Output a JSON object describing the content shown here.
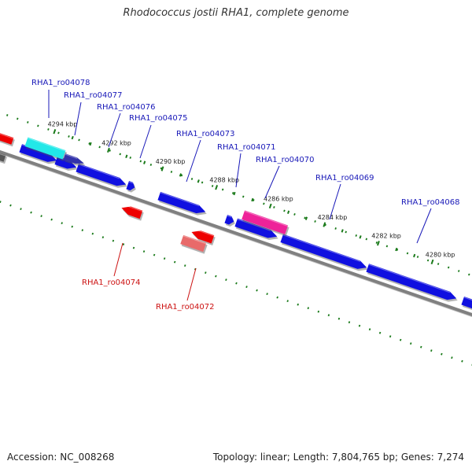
{
  "title": "Rhodococcus jostii RHA1, complete genome",
  "footer": {
    "accession": "Accession: NC_008268",
    "summary": "Topology: linear; Length: 7,804,765 bp; Genes: 7,274"
  },
  "colors": {
    "forward_gene": "#1010e0",
    "reverse_gene": "#ee0000",
    "reverse_gene_light": "#e86a6a",
    "cyan_gene": "#22e8e8",
    "pink_gene": "#ee2299",
    "backbone": "#808080",
    "tick": "#1a7a1a",
    "forward_label": "#1818b8",
    "reverse_label": "#cc1111"
  },
  "scale": {
    "unit": "kbp",
    "ticks": [
      {
        "label": "4294 kbp",
        "kbp": 4294
      },
      {
        "label": "4292 kbp",
        "kbp": 4292
      },
      {
        "label": "4290 kbp",
        "kbp": 4290
      },
      {
        "label": "4288 kbp",
        "kbp": 4288
      },
      {
        "label": "4286 kbp",
        "kbp": 4286
      },
      {
        "label": "4284 kbp",
        "kbp": 4284
      },
      {
        "label": "4282 kbp",
        "kbp": 4282
      },
      {
        "label": "4280 kbp",
        "kbp": 4280
      }
    ]
  },
  "genes": [
    {
      "label": "RHA1_ro04078",
      "strand": "forward",
      "style": "cyan"
    },
    {
      "label": "RHA1_ro04077",
      "strand": "forward",
      "style": "normal"
    },
    {
      "label": "RHA1_ro04076",
      "strand": "forward",
      "style": "normal"
    },
    {
      "label": "RHA1_ro04075",
      "strand": "forward",
      "style": "normal"
    },
    {
      "label": "RHA1_ro04074",
      "strand": "reverse",
      "style": "normal"
    },
    {
      "label": "RHA1_ro04073",
      "strand": "forward",
      "style": "normal"
    },
    {
      "label": "RHA1_ro04072",
      "strand": "reverse",
      "style": "light"
    },
    {
      "label": "RHA1_ro04071",
      "strand": "forward",
      "style": "normal"
    },
    {
      "label": "RHA1_ro04070",
      "strand": "forward",
      "style": "pink"
    },
    {
      "label": "RHA1_ro04069",
      "strand": "forward",
      "style": "normal"
    },
    {
      "label": "RHA1_ro04068",
      "strand": "forward",
      "style": "normal"
    }
  ]
}
